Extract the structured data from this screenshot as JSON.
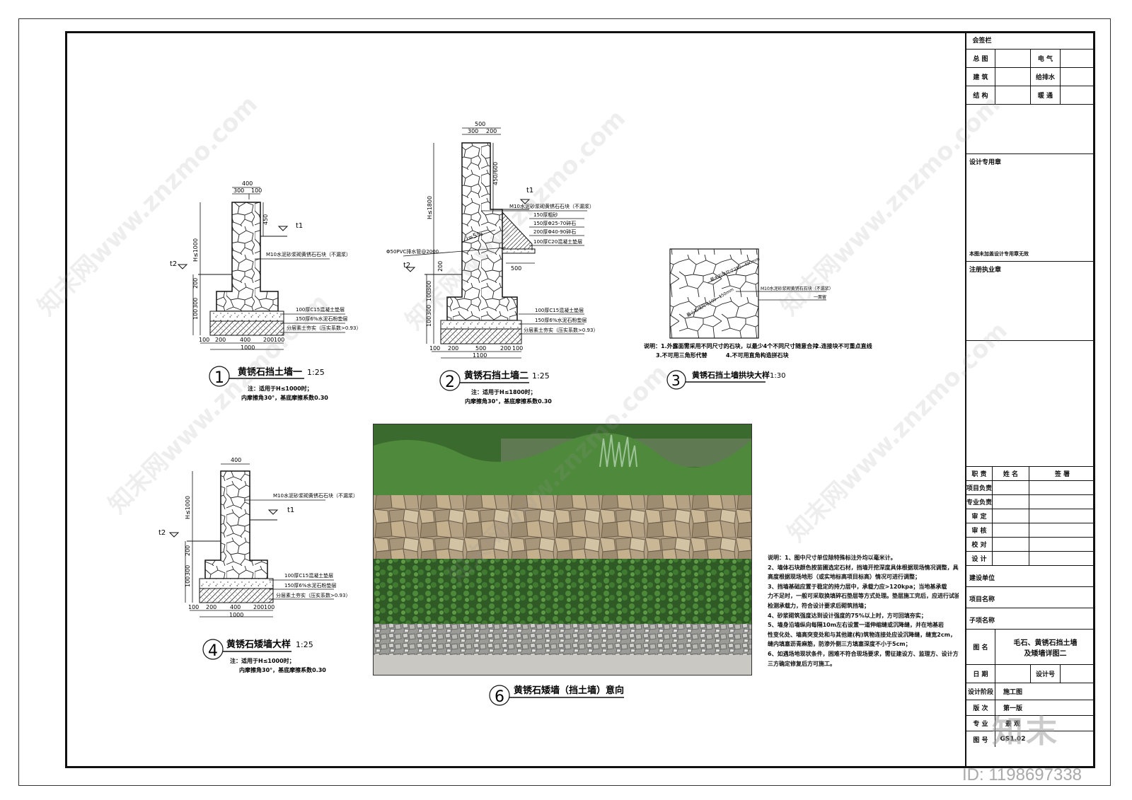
{
  "details": {
    "d1": {
      "num": "1",
      "title": "黄锈石挡土墙一",
      "scale": "1:25",
      "note1": "注：适用于H≤1000时；",
      "note2": "内摩擦角30°，基底摩擦系数0.30",
      "dim_top": "400",
      "dim_300": "300",
      "dim_100": "100",
      "height": "H≤1000",
      "dim_450": "450",
      "t1": "t1",
      "t2": "t2",
      "side": [
        "200",
        "300",
        "100"
      ],
      "bottom": [
        "100",
        "200",
        "400",
        "200",
        "100"
      ],
      "total": "1000",
      "labels": [
        "M10水泥砂浆砌黄锈石石块（不漏浆）",
        "100厚C15混凝土垫层",
        "150厚6%水泥石粉垫层",
        "分层素土夯实（压实系数>0.93）"
      ]
    },
    "d2": {
      "num": "2",
      "title": "黄锈石挡土墙二",
      "scale": "1:25",
      "note1": "注：适用于H≤1800时；",
      "note2": "内摩擦角30°，基底摩擦系数0.30",
      "dim_top": "500",
      "dim_300": "300",
      "dim_200": "200",
      "height": "H≤1800",
      "dim_450": "450/600",
      "t1": "t1",
      "t2": "t2",
      "slope": "i=5%",
      "pipe": "Φ50PVC排水管@2000",
      "drain": "500",
      "side": [
        "200",
        "300",
        "100",
        "300",
        "100"
      ],
      "bottom": [
        "100",
        "200",
        "500",
        "200",
        "100"
      ],
      "total": "1100",
      "labels": [
        "M10水泥砂浆砌黄锈石石块（不漏浆）",
        "150厚粗砂",
        "150厚Φ25-70碎石",
        "200厚Φ40-90碎石",
        "100厚C20混凝土垫层",
        "100厚C15混凝土垫层",
        "150厚6%水泥石粉垫层",
        "分层素土夯实（压实系数>0.93）"
      ]
    },
    "d3": {
      "num": "3",
      "title": "黄锈石挡土墙拱块大样",
      "scale": "1:30",
      "label1": "最大石块尺寸250~400mm",
      "label2": "最小石块尺寸100~150mm",
      "label3": "M10水泥砂浆砌黄锈石石块（不漏浆）",
      "label4": "一面留",
      "notes": [
        "说明：1.外露面需采用不同尺寸的石块，以最少4个不同尺寸随意合并",
        "2.连接块不可重点直线",
        "3.不可用三角形代替",
        "4.不可用直角构造拼石块"
      ]
    },
    "d4": {
      "num": "4",
      "title": "黄锈石矮墙大样",
      "scale": "1:25",
      "note1": "注：适用于H≤1000时；",
      "note2": "内摩擦角30°，基底摩擦系数0.30",
      "dim_top": "400",
      "height": "H≤1000",
      "t1": "t1",
      "t2": "t2",
      "side": [
        "200",
        "300",
        "100"
      ],
      "bottom": [
        "100",
        "200",
        "400",
        "200",
        "100"
      ],
      "total": "1000",
      "labels": [
        "M10水泥砂浆砌黄锈石石块（不漏浆）",
        "100厚C15混凝土垫层",
        "150厚6%水泥石粉垫层",
        "分层素土夯实（压实系数>0.93）"
      ]
    },
    "d6": {
      "num": "6",
      "title": "黄锈石矮墙（挡土墙）意向"
    }
  },
  "general_notes": [
    "说明：1、图中尺寸单位除特殊标注外均以毫米计。",
    "2、墙体石块颜色按苗圃选定石材，挡墙开挖深度具体根据现场情况调整，具体砌筑",
    "  高度根据现场地形（或实地标高项目标高）情况可进行调整；",
    "3、挡墙基础应置于稳定的持力层中，承载力应>120kpa；当地基承载",
    "  力不足时，一般可采取换填碎石垫层等方式处理。垫层施工完后，应进行试验",
    "  检测承载力，符合设计要求后砌筑挡墙；",
    "4、砂浆砌筑强度达到设计强度的75%以上时，方可回填夯实；",
    "5、墙身沿墙纵向每隔10m左右设置一道伸缩缝或沉降缝，并在地基岩",
    "  性变化处、墙高突变处和与其他建(构)筑物连接处应设沉降缝，缝宽2cm，",
    "  缝内填塞沥青麻筋，防渗外侧三方填塞深度不小于5cm；",
    "6、如遇场地现状条件，困难不符合现场要求，需征建设方、监理方、设计方",
    "  三方确定修复后方可施工。"
  ],
  "title_block": {
    "header": "会签栏",
    "sign_rows": [
      [
        "总 图",
        "电 气"
      ],
      [
        "建 筑",
        "给排水"
      ],
      [
        "结 构",
        "暖 通"
      ]
    ],
    "design_seal": "设计专用章",
    "seal_note": "本图未加盖设计专用章无效",
    "reg_seal": "注册执业章",
    "staff_header": [
      "职 责",
      "姓 名",
      "签 署"
    ],
    "staff_rows": [
      "项目负责",
      "专业负责",
      "审 定",
      "审 核",
      "校 对",
      "设 计"
    ],
    "build_unit": "建设单位",
    "project_name": "项目名称",
    "sub_name": "子项名称",
    "drawing_name_label": "图 名",
    "drawing_name": [
      "毛石、黄锈石挡土墙",
      "及矮墙详图二"
    ],
    "date_label": "日 期",
    "design_no": "设计号",
    "stage_label": "设计阶段",
    "stage": "施工图",
    "version_label": "版 次",
    "version": "第一版",
    "major_label": "专 业",
    "major": "景 观",
    "dwg_no_label": "图 号",
    "dwg_no": "GS1.02"
  },
  "watermark": {
    "site": "知末网www.znzmo.com",
    "brand": "知末",
    "id": "ID: 1198697338"
  }
}
